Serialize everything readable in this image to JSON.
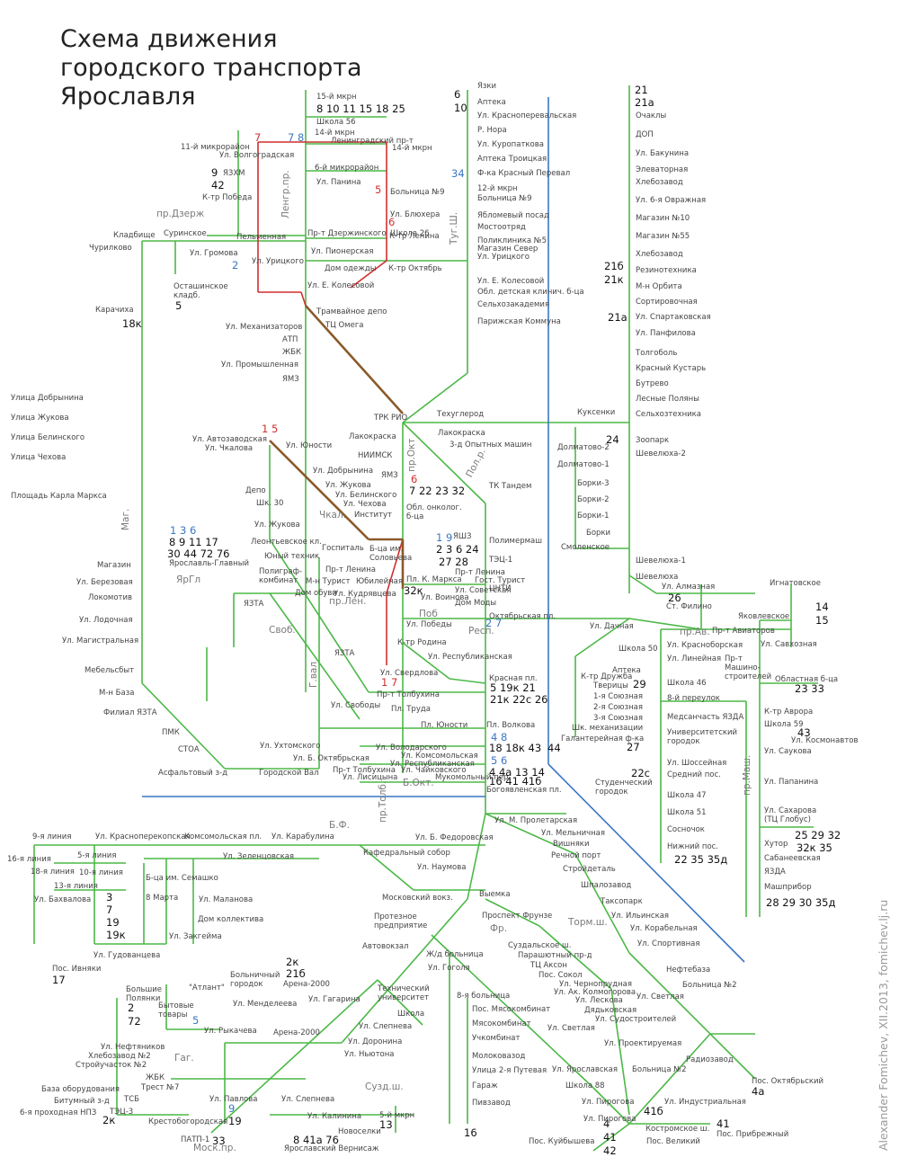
{
  "title_lines": [
    "Схема движения",
    "городского транспорта",
    "Ярославля"
  ],
  "credit": "Alexander Fomichev, XII.2013, fomichev.lj.ru",
  "colors": {
    "bus": "#4cb847",
    "tram": "#d12f2f",
    "trolleybus": "#3a76c4",
    "tram_trolley_shared": "#8a5a2a"
  },
  "roads": [
    {
      "text": "пр.Дзерж"
    },
    {
      "text": "Ленгр.пр."
    },
    {
      "text": "Туг.Ш."
    },
    {
      "text": "пр.Окт"
    },
    {
      "text": "Пол.р."
    },
    {
      "text": "Чкал."
    },
    {
      "text": "пр.Лен."
    },
    {
      "text": "ЯрГл"
    },
    {
      "text": "Своб."
    },
    {
      "text": "Маг."
    },
    {
      "text": "Г.вал"
    },
    {
      "text": "Поб"
    },
    {
      "text": "Респ."
    },
    {
      "text": "пр.Ав."
    },
    {
      "text": "пр.Маш."
    },
    {
      "text": "Б.Окт."
    },
    {
      "text": "пр.Толб."
    },
    {
      "text": "Б.Ф."
    },
    {
      "text": "Фр."
    },
    {
      "text": "Торм.ш."
    },
    {
      "text": "Гаг."
    },
    {
      "text": "Сузд.ш."
    },
    {
      "text": "Моск.пр."
    }
  ],
  "stops": [
    "15-й мкрн",
    "14-й мкрн",
    "Ленинградский пр-т",
    "14-й мкрн",
    "Школа 56",
    "11-й микрорайон",
    "Ул. Волгоградская",
    "6-й микрорайон",
    "Ул. Панина",
    "Больница №9",
    "ЯЗХМ",
    "К-тр Победа",
    "Ул. Блюхера",
    "Школа 26",
    "Суринское",
    "Пельменная",
    "Пр-т Дзержинского",
    "К-тр Ленина",
    "Кладбище",
    "Чурилково",
    "Ул. Громова",
    "Ул. Пионерская",
    "Ул. Урицкого",
    "Дом одежды",
    "К-тр Октябрь",
    "Осташинское кладб.",
    "Ул. Е. Колесовой",
    "Карачиха",
    "Трамвайное депо",
    "ТЦ Омега",
    "Ул. Механизаторов",
    "АТП",
    "ЖБК",
    "Ул. Промышленная",
    "ЯМЗ",
    "Улица Добрынина",
    "Улица Жукова",
    "Улица Белинского",
    "Улица Чехова",
    "Площадь Карла Маркса",
    "ТРК РИО",
    "Ул. Автозаводская",
    "Ул. Чкалова",
    "Ул. Юности",
    "Лакокраска",
    "НИИМСК",
    "Ул. Добрынина",
    "ЯМЗ",
    "Ул. Жукова",
    "Ул. Белинского",
    "Ул. Чехова",
    "Институт",
    "Обл. онколог. б-ца",
    "Депо",
    "Шк. 30",
    "Ул. Жукова",
    "Леонтьевское кл.",
    "Юный техник",
    "Госпиталь",
    "Б-ца им. Соловьева",
    "Ярославль-Главный",
    "Полиграф-комбинат",
    "Пр-т Ленина",
    "М-н Турист",
    "Юбилейная",
    "Ул. Кудрявцева",
    "Пл. К. Маркса",
    "Ул. Воинова",
    "Дом обуви",
    "Магазин",
    "Ул. Березовая",
    "Локомотив",
    "Ул. Лодочная",
    "Ул. Магистральная",
    "ЯЗТА",
    "ЯЗТА",
    "Мебельсбыт",
    "М-н База",
    "Филиал ЯЗТА",
    "ПМК",
    "СТОА",
    "Асфальтовый з-д",
    "Городской Вал",
    "Ул. Свободы",
    "Ул. Ухтомского",
    "Ул. Б. Октябрьская",
    "Ул. Победы",
    "К-тр Родина",
    "Ул. Республиканская",
    "Ул. Свердлова",
    "Пр-т Толбухина",
    "Пл. Труда",
    "Пл. Юности",
    "Ул. Володарского",
    "Ул. Комсомольская",
    "Ул. Республиканская",
    "Пр-т Толбухина",
    "Ул. Чайковского",
    "Ул. Лисицына",
    "Мукомольный пер.",
    "Язки",
    "Аптека",
    "Ул. Красноперевальская",
    "Р. Нора",
    "Ул. Куропаткова",
    "Аптека Троицкая",
    "Ф-ка Красный Перевал",
    "12-й мкрн",
    "Больница №9",
    "Ябломевый посад",
    "Мостоотряд",
    "Поликлиника №5",
    "Магазин Север",
    "Ул. Урицкого",
    "Ул. Е. Колесовой",
    "Обл. детская клинич. б-ца",
    "Сельхозакадемия",
    "Парижская Коммуна",
    "Техуглерод",
    "Лакокраска",
    "3-д Опытных машин",
    "ТК Тандем",
    "ЯШЗ",
    "Полимермаш",
    "ТЭЦ-1",
    "Пр-т Ленина",
    "Гост. Турист",
    "ЦНТИ",
    "Ул. Советская",
    "Дом Моды",
    "Октябрьская пл.",
    "Красная пл.",
    "Пл. Волкова",
    "Богоявленская пл.",
    "Очаклы",
    "ДОП",
    "Ул. Бакунина",
    "Элеваторная",
    "Хлебозавод",
    "Ул. 6-я Овражная",
    "Магазин №10",
    "Магазин №55",
    "Хлебозавод",
    "Резинотехника",
    "М-н Орбита",
    "Сортировочная",
    "Ул. Спартаковская",
    "Ул. Панфилова",
    "Толгоболь",
    "Красный Кустарь",
    "Бутрево",
    "Лесные Поляны",
    "Сельхозтехника",
    "Куксенки",
    "Зоопарк",
    "Шевелюха-2",
    "Долматово-2",
    "Долматово-1",
    "Борки-3",
    "Борки-2",
    "Борки-1",
    "Борки",
    "Смоленское",
    "Шевелюха-1",
    "Шевелюха",
    "Ул. Алмазная",
    "Ст. Филино",
    "Игнатовское",
    "Яковлевское",
    "Пр-т Авиаторов",
    "Ул. Савхозная",
    "Ул. Красноборская",
    "Ул. Линейная",
    "Пр-т Машино-строителей",
    "Ул. Дачная",
    "Школа 50",
    "Аптека",
    "К-тр Дружба",
    "Тверицы",
    "1-я Союзная",
    "2-я Союзная",
    "3-я Союзная",
    "Шк. механизации",
    "Галантерейная ф-ка",
    "Школа 46",
    "8-й переулок",
    "Медсанчасть ЯЗДА",
    "Университетский городок",
    "Ул. Шоссейная",
    "Средний пос.",
    "Студенческий городок",
    "Школа 47",
    "Школа 51",
    "Сосночок",
    "Нижний пос.",
    "Областная б-ца",
    "К-тр Аврора",
    "Школа 59",
    "Ул. Космонавтов",
    "Ул. Саукова",
    "Ул. Папанина",
    "Ул. Сахарова (ТЦ Глобус)",
    "Хутор",
    "Сабанеевская",
    "ЯЗДА",
    "Машприбор",
    "Ул. М. Пролетарская",
    "Ул. Мельничная",
    "Вишняки",
    "Речной порт",
    "Стройдеталь",
    "Шпалозавод",
    "Таксопарк",
    "Ул. Ильинская",
    "Ул. Корабельная",
    "Ул. Спортивная",
    "Нефтебаза",
    "Больница №2",
    "9-я линия",
    "16-я линия",
    "5-я линия",
    "18-я линия",
    "10-я линия",
    "13-я линия",
    "Ул. Бахвалова",
    "Ул. Красноперекопская",
    "Комсомольская пл.",
    "Ул. Карабулина",
    "Ул. Зеленцовская",
    "Кафедральный собор",
    "Ул. Б. Федоровская",
    "Ул. Наумова",
    "Б-ца им. Семашко",
    "8 Марта",
    "Ул. Маланова",
    "Дом коллектива",
    "Ул. Закгейма",
    "Ул. Гудованцева",
    "Пос. Ивняки",
    "Московский вокз.",
    "Выемка",
    "Проспект Фрунзе",
    "Протезное предприятие",
    "Автовокзал",
    "Ж/д больница",
    "Ул. Гоголя",
    "Суздальское ш.",
    "Парашютный пр-д",
    "ТЦ Аксон",
    "Пос. Сокол",
    "Ул. Чернопрудная",
    "Ул. Ак. Колмогорова",
    "Ул. Лескова",
    "Дядьковская",
    "Ул. Судостроителей",
    "Ул. Светлая",
    "Больничный городок",
    "Арена-2000",
    "Ул. Гагарина",
    "Технический университет",
    "Большие Полянки",
    "Бытовые товары",
    "\"Атлант\"",
    "Ул. Менделеева",
    "Ул. Рыкачева",
    "Арена-2000",
    "Ул. Слепнева",
    "Ул. Доронина",
    "Ул. Ньютона",
    "Школа",
    "8-я больница",
    "Пос. Мясокомбинат",
    "Мясокомбинат",
    "Учкомбинат",
    "Молоковазод",
    "Улица 2-я Путевая",
    "Гараж",
    "Пивзавод",
    "Ул. Светлая",
    "Ул. Проектируемая",
    "Радиозавод",
    "Больница №2",
    "Ул. Ярославская",
    "Школа 88",
    "Ул. Пирогова",
    "Ул. Индустриальная",
    "Ул. Пирогова",
    "Костромское ш.",
    "Пос. Куйбышева",
    "Пос. Великий",
    "Пос. Прибрежный",
    "Пос. Октябрьский",
    "Ул. Нефтяников",
    "Хлебозавод №2",
    "Стройучасток №2",
    "ЖБК",
    "Трест №7",
    "ТСБ",
    "ТЭЦ-3",
    "База оборудования",
    "Битумный з-д",
    "6-я проходная НПЗ",
    "Ул. Павлова",
    "Ул. Слепнева",
    "Крестобогородская",
    "ПАТП-1",
    "Ул. Калинина",
    "Новоселки",
    "5-й мкрн",
    "Ярославский Вернисаж"
  ],
  "route_labels": [
    {
      "text": "6",
      "kind": "bus"
    },
    {
      "text": "10",
      "kind": "bus"
    },
    {
      "text": "8 10 11 15 18 25",
      "kind": "bus"
    },
    {
      "text": "7",
      "kind": "tram"
    },
    {
      "text": "7 8",
      "kind": "trolley"
    },
    {
      "text": "9",
      "kind": "bus"
    },
    {
      "text": "42",
      "kind": "bus"
    },
    {
      "text": "5",
      "kind": "tram"
    },
    {
      "text": "6",
      "kind": "tram"
    },
    {
      "text": "34",
      "kind": "trolley"
    },
    {
      "text": "2",
      "kind": "trolley"
    },
    {
      "text": "5",
      "kind": "bus"
    },
    {
      "text": "18к",
      "kind": "bus"
    },
    {
      "text": "21",
      "kind": "bus"
    },
    {
      "text": "21а",
      "kind": "bus"
    },
    {
      "text": "21б",
      "kind": "bus"
    },
    {
      "text": "21к",
      "kind": "bus"
    },
    {
      "text": "21а",
      "kind": "bus"
    },
    {
      "text": "24",
      "kind": "bus"
    },
    {
      "text": "1 5",
      "kind": "tram"
    },
    {
      "text": "6",
      "kind": "tram"
    },
    {
      "text": "7 22 23 32",
      "kind": "bus"
    },
    {
      "text": "1 3 6",
      "kind": "trolley"
    },
    {
      "text": "8  9 11  17",
      "kind": "bus"
    },
    {
      "text": "30 44 72  76",
      "kind": "bus"
    },
    {
      "text": "1 9",
      "kind": "trolley"
    },
    {
      "text": "2 3 6 24",
      "kind": "bus"
    },
    {
      "text": "27 28",
      "kind": "bus"
    },
    {
      "text": "32к",
      "kind": "bus"
    },
    {
      "text": "2 7",
      "kind": "trolley"
    },
    {
      "text": "1 7",
      "kind": "tram"
    },
    {
      "text": "26",
      "kind": "bus"
    },
    {
      "text": "14",
      "kind": "bus"
    },
    {
      "text": "15",
      "kind": "bus"
    },
    {
      "text": "5 19к 21",
      "kind": "bus"
    },
    {
      "text": "21к 22с 26",
      "kind": "bus"
    },
    {
      "text": "29",
      "kind": "bus"
    },
    {
      "text": "27",
      "kind": "bus"
    },
    {
      "text": "23 33",
      "kind": "bus"
    },
    {
      "text": "43",
      "kind": "bus"
    },
    {
      "text": "4 8",
      "kind": "trolley"
    },
    {
      "text": "18 18к 43",
      "kind": "bus"
    },
    {
      "text": "44",
      "kind": "bus"
    },
    {
      "text": "5 6",
      "kind": "trolley"
    },
    {
      "text": "4 4а 13 14",
      "kind": "bus"
    },
    {
      "text": "16 41 41б",
      "kind": "bus"
    },
    {
      "text": "22с",
      "kind": "bus"
    },
    {
      "text": "22 35 35д",
      "kind": "bus"
    },
    {
      "text": "25 29 32",
      "kind": "bus"
    },
    {
      "text": "32к 35",
      "kind": "bus"
    },
    {
      "text": "28 29 30 35д",
      "kind": "bus"
    },
    {
      "text": "3",
      "kind": "bus"
    },
    {
      "text": "7",
      "kind": "bus"
    },
    {
      "text": "19",
      "kind": "bus"
    },
    {
      "text": "19к",
      "kind": "bus"
    },
    {
      "text": "17",
      "kind": "bus"
    },
    {
      "text": "2",
      "kind": "bus"
    },
    {
      "text": "72",
      "kind": "bus"
    },
    {
      "text": "5",
      "kind": "trolley"
    },
    {
      "text": "2к",
      "kind": "bus"
    },
    {
      "text": "21б",
      "kind": "bus"
    },
    {
      "text": "2к",
      "kind": "bus"
    },
    {
      "text": "9",
      "kind": "trolley"
    },
    {
      "text": "19",
      "kind": "bus"
    },
    {
      "text": "33",
      "kind": "bus"
    },
    {
      "text": "8 41а 76",
      "kind": "bus"
    },
    {
      "text": "13",
      "kind": "bus"
    },
    {
      "text": "16",
      "kind": "bus"
    },
    {
      "text": "41б",
      "kind": "bus"
    },
    {
      "text": "4",
      "kind": "bus"
    },
    {
      "text": "41",
      "kind": "bus"
    },
    {
      "text": "42",
      "kind": "bus"
    },
    {
      "text": "41",
      "kind": "bus"
    },
    {
      "text": "4а",
      "kind": "bus"
    }
  ]
}
